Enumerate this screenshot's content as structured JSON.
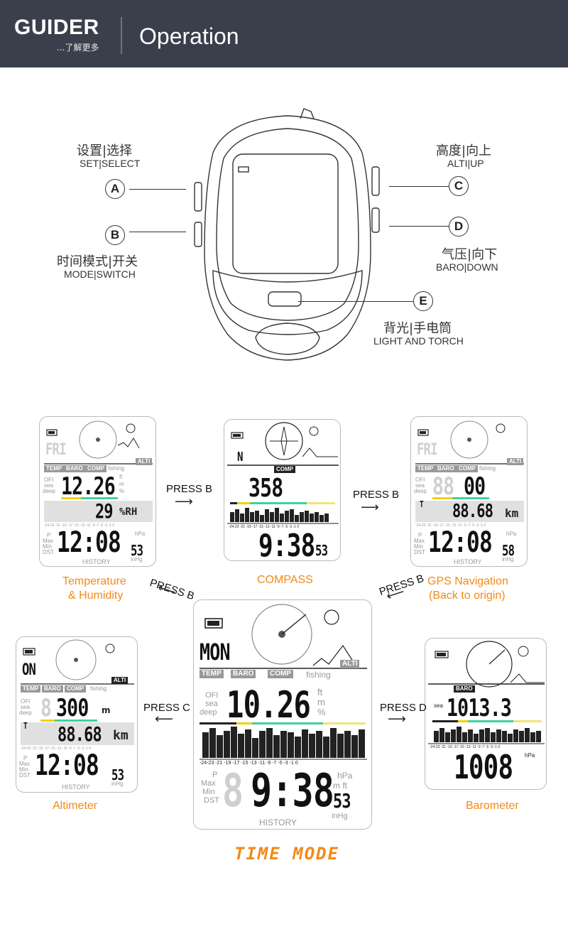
{
  "header": {
    "logo": "GUIDER",
    "logo_sub": "...了解更多",
    "title": "Operation"
  },
  "buttons": {
    "A": {
      "letter": "A",
      "cn": "设置|选择",
      "en": "SET|SELECT"
    },
    "B": {
      "letter": "B",
      "cn": "时间模式|开关",
      "en": "MODE|SWITCH"
    },
    "C": {
      "letter": "C",
      "cn": "高度|向上",
      "en": "ALTI|UP"
    },
    "D": {
      "letter": "D",
      "cn": "气压|向下",
      "en": "BARO|DOWN"
    },
    "E": {
      "letter": "E",
      "cn": "背光|手电筒",
      "en": "LIGHT AND TORCH"
    }
  },
  "presses": {
    "b1": "PRESS B",
    "b2": "PRESS B",
    "b3": "PRESS B",
    "b4": "PRESS B",
    "c": "PRESS C",
    "d": "PRESS D"
  },
  "captions": {
    "temp1": "Temperature",
    "temp2": "& Humidity",
    "compass": "COMPASS",
    "gps1": "GPS Navigation",
    "gps2": "(Back to origin)",
    "alti": "Altimeter",
    "baro": "Barometer",
    "mode": "TIME MODE"
  },
  "lcd": {
    "tags": {
      "temp": "TEMP",
      "baro": "BARO",
      "comp": "COMP",
      "alti": "ALTI",
      "fishing": "fishing"
    },
    "side": {
      "ofi": "OFI",
      "sea": "sea",
      "deep": "deep",
      "p": "P",
      "max": "Max",
      "min": "Min",
      "dst": "DST"
    },
    "units": {
      "ft": "ft",
      "m": "m",
      "pct": "%",
      "hpa": "hPa",
      "mft": "m ft",
      "inhg": "inHg",
      "km": "km",
      "rh": "%RH"
    },
    "history": "HISTORY",
    "axis": "-24-23 -21 -19 -17 -15 -13 -11 -9 -7 -5 -3 -1 0",
    "temp": {
      "day": "FRI",
      "temp": "12.26",
      "hum": "29",
      "time": "12:08",
      "sec": "53"
    },
    "compass": {
      "dir": "N",
      "tag": "COMP",
      "deg": "358",
      "time": "9:38",
      "sec": "53"
    },
    "gps": {
      "day": "FRI",
      "alt": "00",
      "dist": "88.68",
      "time": "12:08",
      "sec": "58"
    },
    "main": {
      "day": "MON",
      "temp": "10.26",
      "time": "9:38",
      "sec": "53"
    },
    "alti": {
      "day": "ON",
      "alt": "300",
      "dist": "88.68",
      "time": "12:08",
      "sec": "53"
    },
    "baro": {
      "tag": "BARO",
      "sea": "sea",
      "val": "1013.3",
      "val2": "1008",
      "unit": "hPa"
    }
  }
}
